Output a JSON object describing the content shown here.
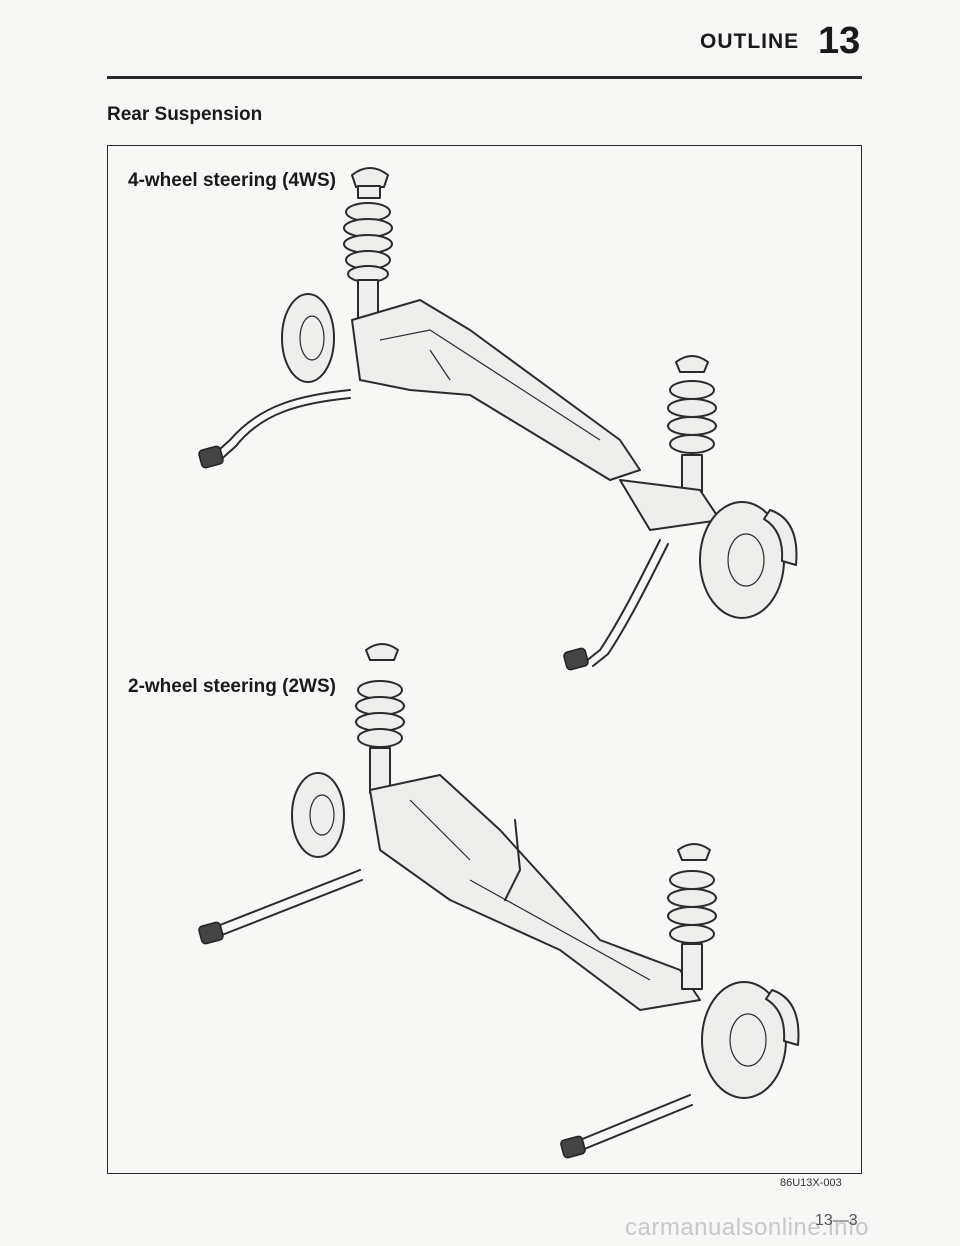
{
  "header": {
    "title": "OUTLINE",
    "chapter": "13"
  },
  "section_title": "Rear Suspension",
  "figure": {
    "caption_4ws": "4-wheel steering (4WS)",
    "caption_2ws": "2-wheel steering (2WS)",
    "code": "86U13X-003"
  },
  "page_number": "13—3",
  "watermark": "carmanualsonline.info"
}
